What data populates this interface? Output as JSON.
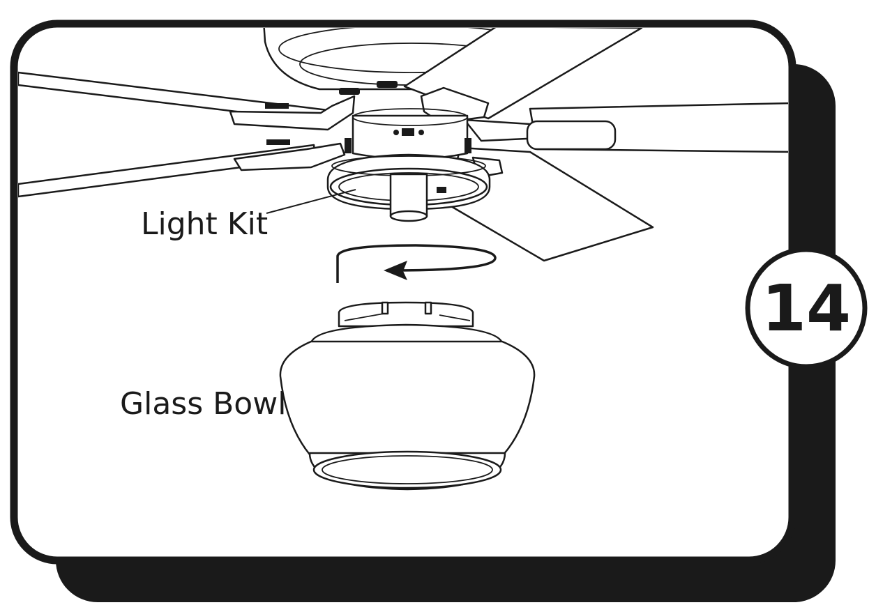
{
  "labels": {
    "light_kit": "Light Kit",
    "glass_bowl": "Glass Bowl"
  },
  "step_number": "14",
  "colors": {
    "ink": "#1a1a1a",
    "background": "#ffffff"
  },
  "icons": {
    "rotation_arrow": "counter-clockwise-arrow-icon"
  }
}
